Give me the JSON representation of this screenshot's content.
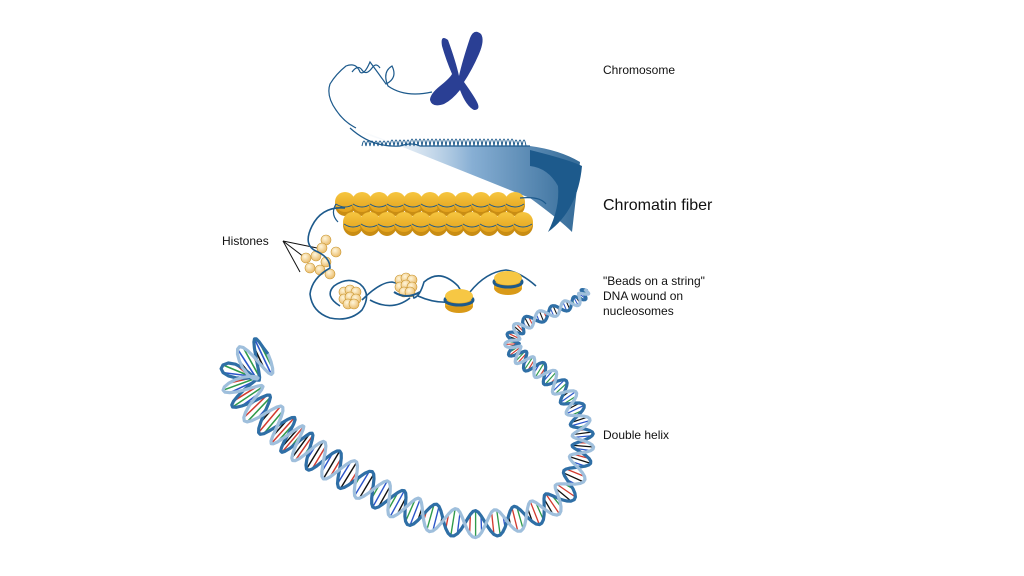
{
  "labels": {
    "chromosome": "Chromosome",
    "chromatin_fiber": "Chromatin fiber",
    "histones": "Histones",
    "beads": [
      "\"Beads on a string\"",
      "DNA wound on",
      "nucleosomes"
    ],
    "double_helix": "Double helix"
  },
  "colors": {
    "chromosome": "#2a3f94",
    "dna_strand": "#1d5a8c",
    "histone": "#f2b33a",
    "histone_light": "#f6dca8",
    "base_pair_red": "#d23a2e",
    "base_pair_green": "#2f9a4a",
    "base_pair_blue": "#2b55c9",
    "base_pair_black": "#111111"
  },
  "icons": [
    "chromosome-icon",
    "chromatin-fiber-icon",
    "histone-cluster-icon",
    "nucleosome-icon",
    "double-helix-icon"
  ]
}
